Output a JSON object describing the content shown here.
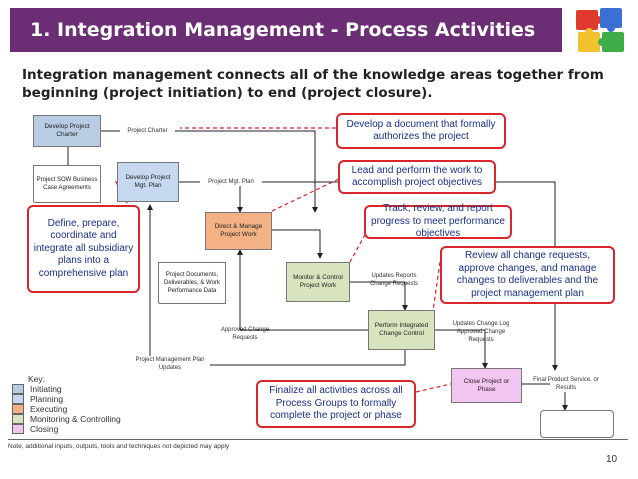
{
  "title": "1. Integration Management - Process Activities",
  "subtitle": "Integration management connects all of the knowledge areas together from beginning (project initiation) to end (project closure).",
  "colors": {
    "title_bg": "#6b2d73",
    "initiating": "#b8cce4",
    "planning": "#c6d9f1",
    "executing": "#f4b183",
    "monitoring": "#d7e4bd",
    "closing": "#f2c4f0",
    "callout_border": "#d9252c",
    "callout_text": "#1a2f86"
  },
  "processes": {
    "develop_charter": "Develop Project Charter",
    "develop_plan": "Develop Project Mgt. Plan",
    "direct_manage": "Direct & Manage Project Work",
    "monitor_control": "Monitor & Control Project Work",
    "integrated_change": "Perform Integrated Change Control",
    "close": "Close Project or Phase"
  },
  "documents": {
    "sow": "Project SOW Business Case Agreements",
    "project_docs": "Project Documents, Deliverables, & Work Performance Data"
  },
  "flow_labels": {
    "project_charter": "Project Charter",
    "project_mgt_plan": "Project Mgt. Plan",
    "updates_reports": "Updates Reports Change Requests",
    "approved_change": "Approved Change Requests",
    "updates_changelog": "Updates Change Log Approved Change Requests",
    "plan_updates": "Project Management Plan Updates",
    "final_product": "Final Product Service, or Results"
  },
  "callouts": {
    "charter": "Develop a document that formally authorizes the project",
    "lead": "Lead and perform the work to accomplish project objectives",
    "track": "Track, review, and report progress to meet performance objectives",
    "review": "Review all change requests, approve changes, and manage changes to deliverables and the project management plan",
    "define": "Define, prepare, coordinate and integrate all subsidiary plans into a comprehensive plan",
    "finalize": "Finalize all activities across all Process Groups to formally complete the project or phase"
  },
  "key": {
    "heading": "Key:",
    "items": [
      "Initiating",
      "Planning",
      "Executing",
      "Monitoring & Controlling",
      "Closing"
    ]
  },
  "footnote": "Note, additional inputs, outputs, tools and techniques not depicted may apply",
  "page_number": "10"
}
